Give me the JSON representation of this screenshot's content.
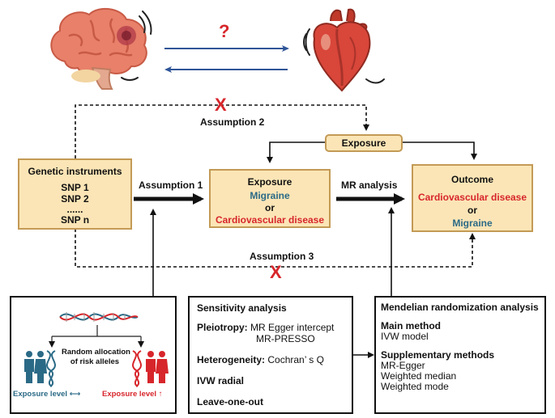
{
  "top": {
    "question_mark": "?"
  },
  "assumptions": {
    "a1": "Assumption 1",
    "a2": "Assumption 2",
    "a3": "Assumption 3",
    "violation_mark": "X"
  },
  "mr_analysis_label": "MR analysis",
  "genetic": {
    "title": "Genetic instruments",
    "snps": [
      "SNP 1",
      "SNP 2",
      "......",
      "SNP n"
    ]
  },
  "exposure_tag": "Exposure",
  "exposure_box": {
    "title": "Exposure",
    "line1": "Migraine",
    "or": "or",
    "line2": "Cardiovascular disease"
  },
  "outcome_box": {
    "title": "Outcome",
    "line1": "Cardiovascular disease",
    "or": "or",
    "line2": "Migraine"
  },
  "random_allocation": {
    "text_line1": "Random allocation",
    "text_line2": "of risk alleles",
    "left_label": "Exposure level",
    "right_label": "Exposure level"
  },
  "sensitivity": {
    "title": "Sensitivity analysis",
    "pleiotropy_label": "Pleiotropy:",
    "pleiotropy_methods": [
      "MR Egger intercept",
      "MR-PRESSO"
    ],
    "heterogeneity_label": "Heterogeneity:",
    "heterogeneity_method": "Cochran’ s Q",
    "ivw_radial": "IVW radial",
    "leave_one_out": "Leave-one-out"
  },
  "mr_methods": {
    "title": "Mendelian randomization analysis",
    "main_title": "Main method",
    "main_items": [
      "IVW model"
    ],
    "supp_title": "Supplementary methods",
    "supp_items": [
      "MR-Egger",
      "Weighted median",
      "Weighted mode"
    ]
  },
  "colors": {
    "box_fill": "#fbe5b6",
    "box_border": "#c39a55",
    "blue_text": "#2b6a86",
    "red_text": "#d7262b",
    "arrow_blue": "#2f5597",
    "cross_red": "#d7262b"
  },
  "icons": [
    "brain-icon",
    "heart-icon",
    "dna-icon",
    "people-icon"
  ]
}
